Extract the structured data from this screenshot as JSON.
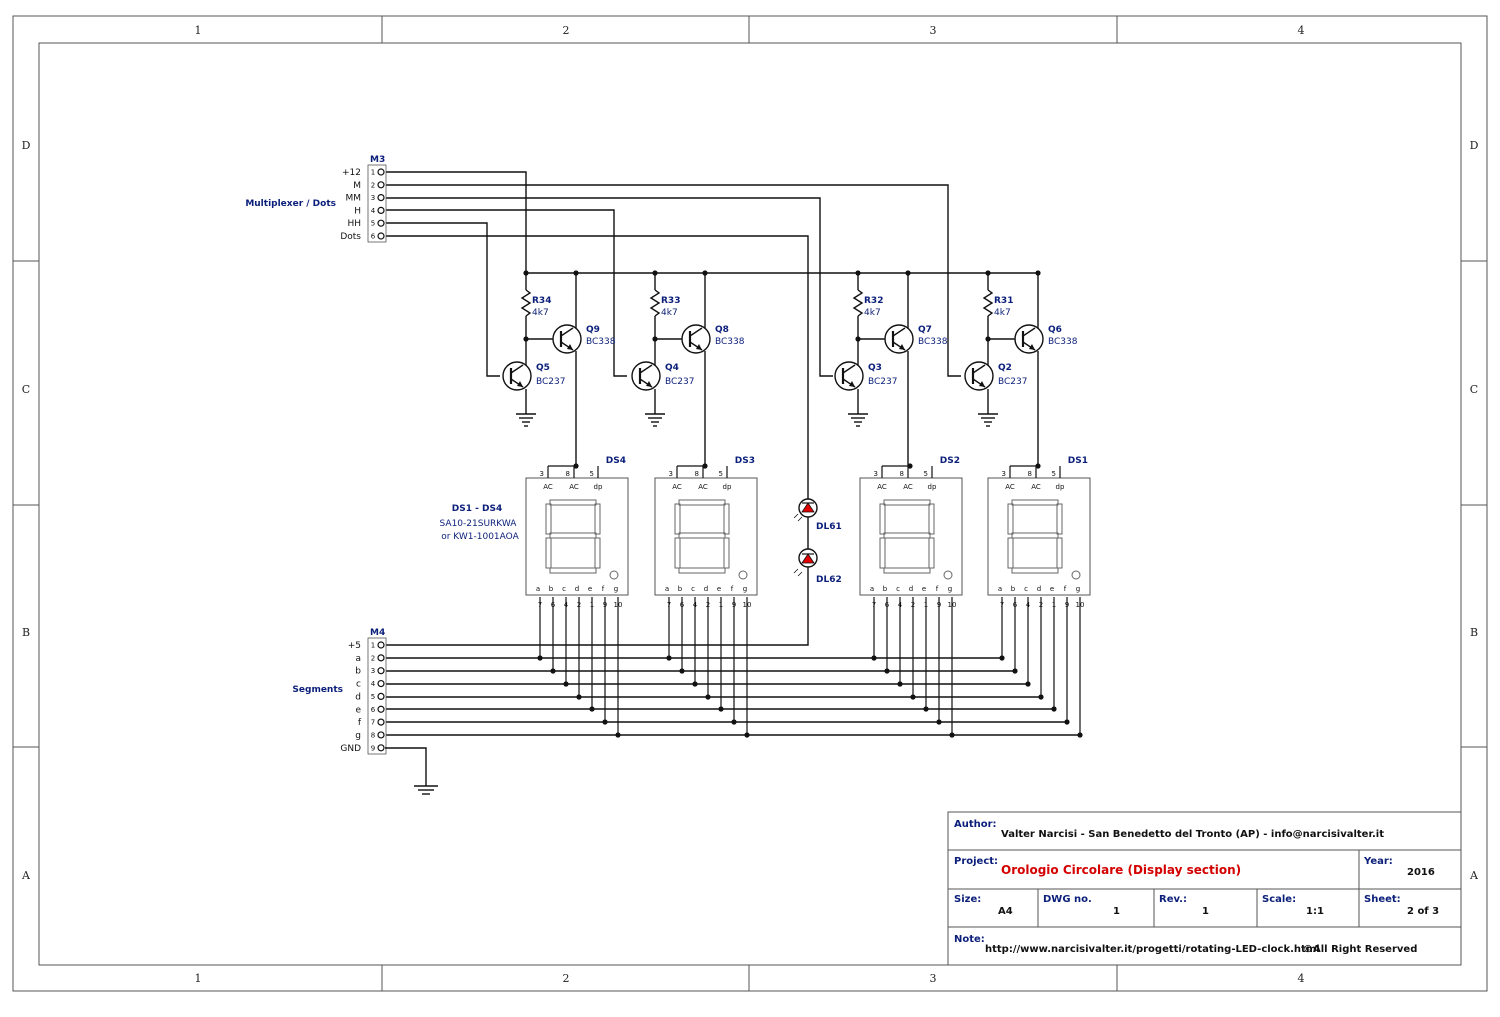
{
  "frame": {
    "columns": [
      "1",
      "2",
      "3",
      "4"
    ],
    "rows": [
      "D",
      "C",
      "B",
      "A"
    ]
  },
  "connectors": {
    "m3": {
      "ref": "M3",
      "group_label": "Multiplexer / Dots",
      "pins": [
        {
          "num": "1",
          "name": "+12"
        },
        {
          "num": "2",
          "name": "M"
        },
        {
          "num": "3",
          "name": "MM"
        },
        {
          "num": "4",
          "name": "H"
        },
        {
          "num": "5",
          "name": "HH"
        },
        {
          "num": "6",
          "name": "Dots"
        }
      ]
    },
    "m4": {
      "ref": "M4",
      "group_label": "Segments",
      "pins": [
        {
          "num": "1",
          "name": "+5"
        },
        {
          "num": "2",
          "name": "a"
        },
        {
          "num": "3",
          "name": "b"
        },
        {
          "num": "4",
          "name": "c"
        },
        {
          "num": "5",
          "name": "d"
        },
        {
          "num": "6",
          "name": "e"
        },
        {
          "num": "7",
          "name": "f"
        },
        {
          "num": "8",
          "name": "g"
        },
        {
          "num": "9",
          "name": "GND"
        }
      ]
    }
  },
  "stages": [
    {
      "res": "R34",
      "res_val": "4k7",
      "qhi": "Q9",
      "qhi_type": "BC338",
      "qlo": "Q5",
      "qlo_type": "BC237",
      "disp": "DS4"
    },
    {
      "res": "R33",
      "res_val": "4k7",
      "qhi": "Q8",
      "qhi_type": "BC338",
      "qlo": "Q4",
      "qlo_type": "BC237",
      "disp": "DS3"
    },
    {
      "res": "R32",
      "res_val": "4k7",
      "qhi": "Q7",
      "qhi_type": "BC338",
      "qlo": "Q3",
      "qlo_type": "BC237",
      "disp": "DS2"
    },
    {
      "res": "R31",
      "res_val": "4k7",
      "qhi": "Q6",
      "qhi_type": "BC338",
      "qlo": "Q2",
      "qlo_type": "BC237",
      "disp": "DS1"
    }
  ],
  "display": {
    "top_pins": [
      "3",
      "8",
      "5"
    ],
    "top_labels": [
      "AC",
      "AC",
      "dp"
    ],
    "seg_labels": [
      "a",
      "b",
      "c",
      "d",
      "e",
      "f",
      "g"
    ],
    "seg_pins": [
      "7",
      "6",
      "4",
      "2",
      "1",
      "9",
      "10"
    ],
    "note_title": "DS1 - DS4",
    "note_line1": "SA10-21SURKWA",
    "note_line2": "or KW1-1001AOA"
  },
  "leds": [
    {
      "ref": "DL61",
      "color": "#e00000"
    },
    {
      "ref": "DL62",
      "color": "#e00000"
    }
  ],
  "title_block": {
    "author_label": "Author:",
    "author": "Valter Narcisi - San Benedetto del Tronto (AP) - info@narcisivalter.it",
    "project_label": "Project:",
    "project": "Orologio Circolare (Display section)",
    "year_label": "Year:",
    "year": "2016",
    "size_label": "Size:",
    "size": "A4",
    "dwg_label": "DWG no.",
    "dwg": "1",
    "rev_label": "Rev.:",
    "rev": "1",
    "scale_label": "Scale:",
    "scale": "1:1",
    "sheet_label": "Sheet:",
    "sheet": "2 of 3",
    "note_label": "Note:",
    "note_url": "http://www.narcisivalter.it/progetti/rotating-LED-clock.html",
    "rights": "©All Right Reserved"
  }
}
